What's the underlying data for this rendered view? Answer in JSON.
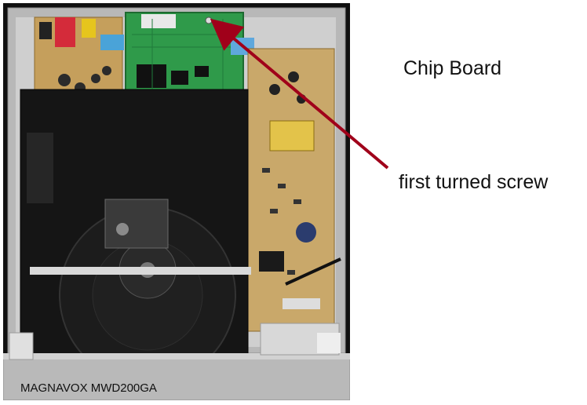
{
  "photo": {
    "model_label": "MAGNAVOX MWD200GA"
  },
  "annotations": {
    "chip_board_label": "Chip Board",
    "screw_label": "first turned screw",
    "arrow_color": "#a0001a"
  },
  "colors": {
    "pcb_green": "#2f9a4a",
    "pcb_tan": "#c9a86a",
    "chassis_grey": "#bdbdbd",
    "drive_black": "#151515"
  }
}
